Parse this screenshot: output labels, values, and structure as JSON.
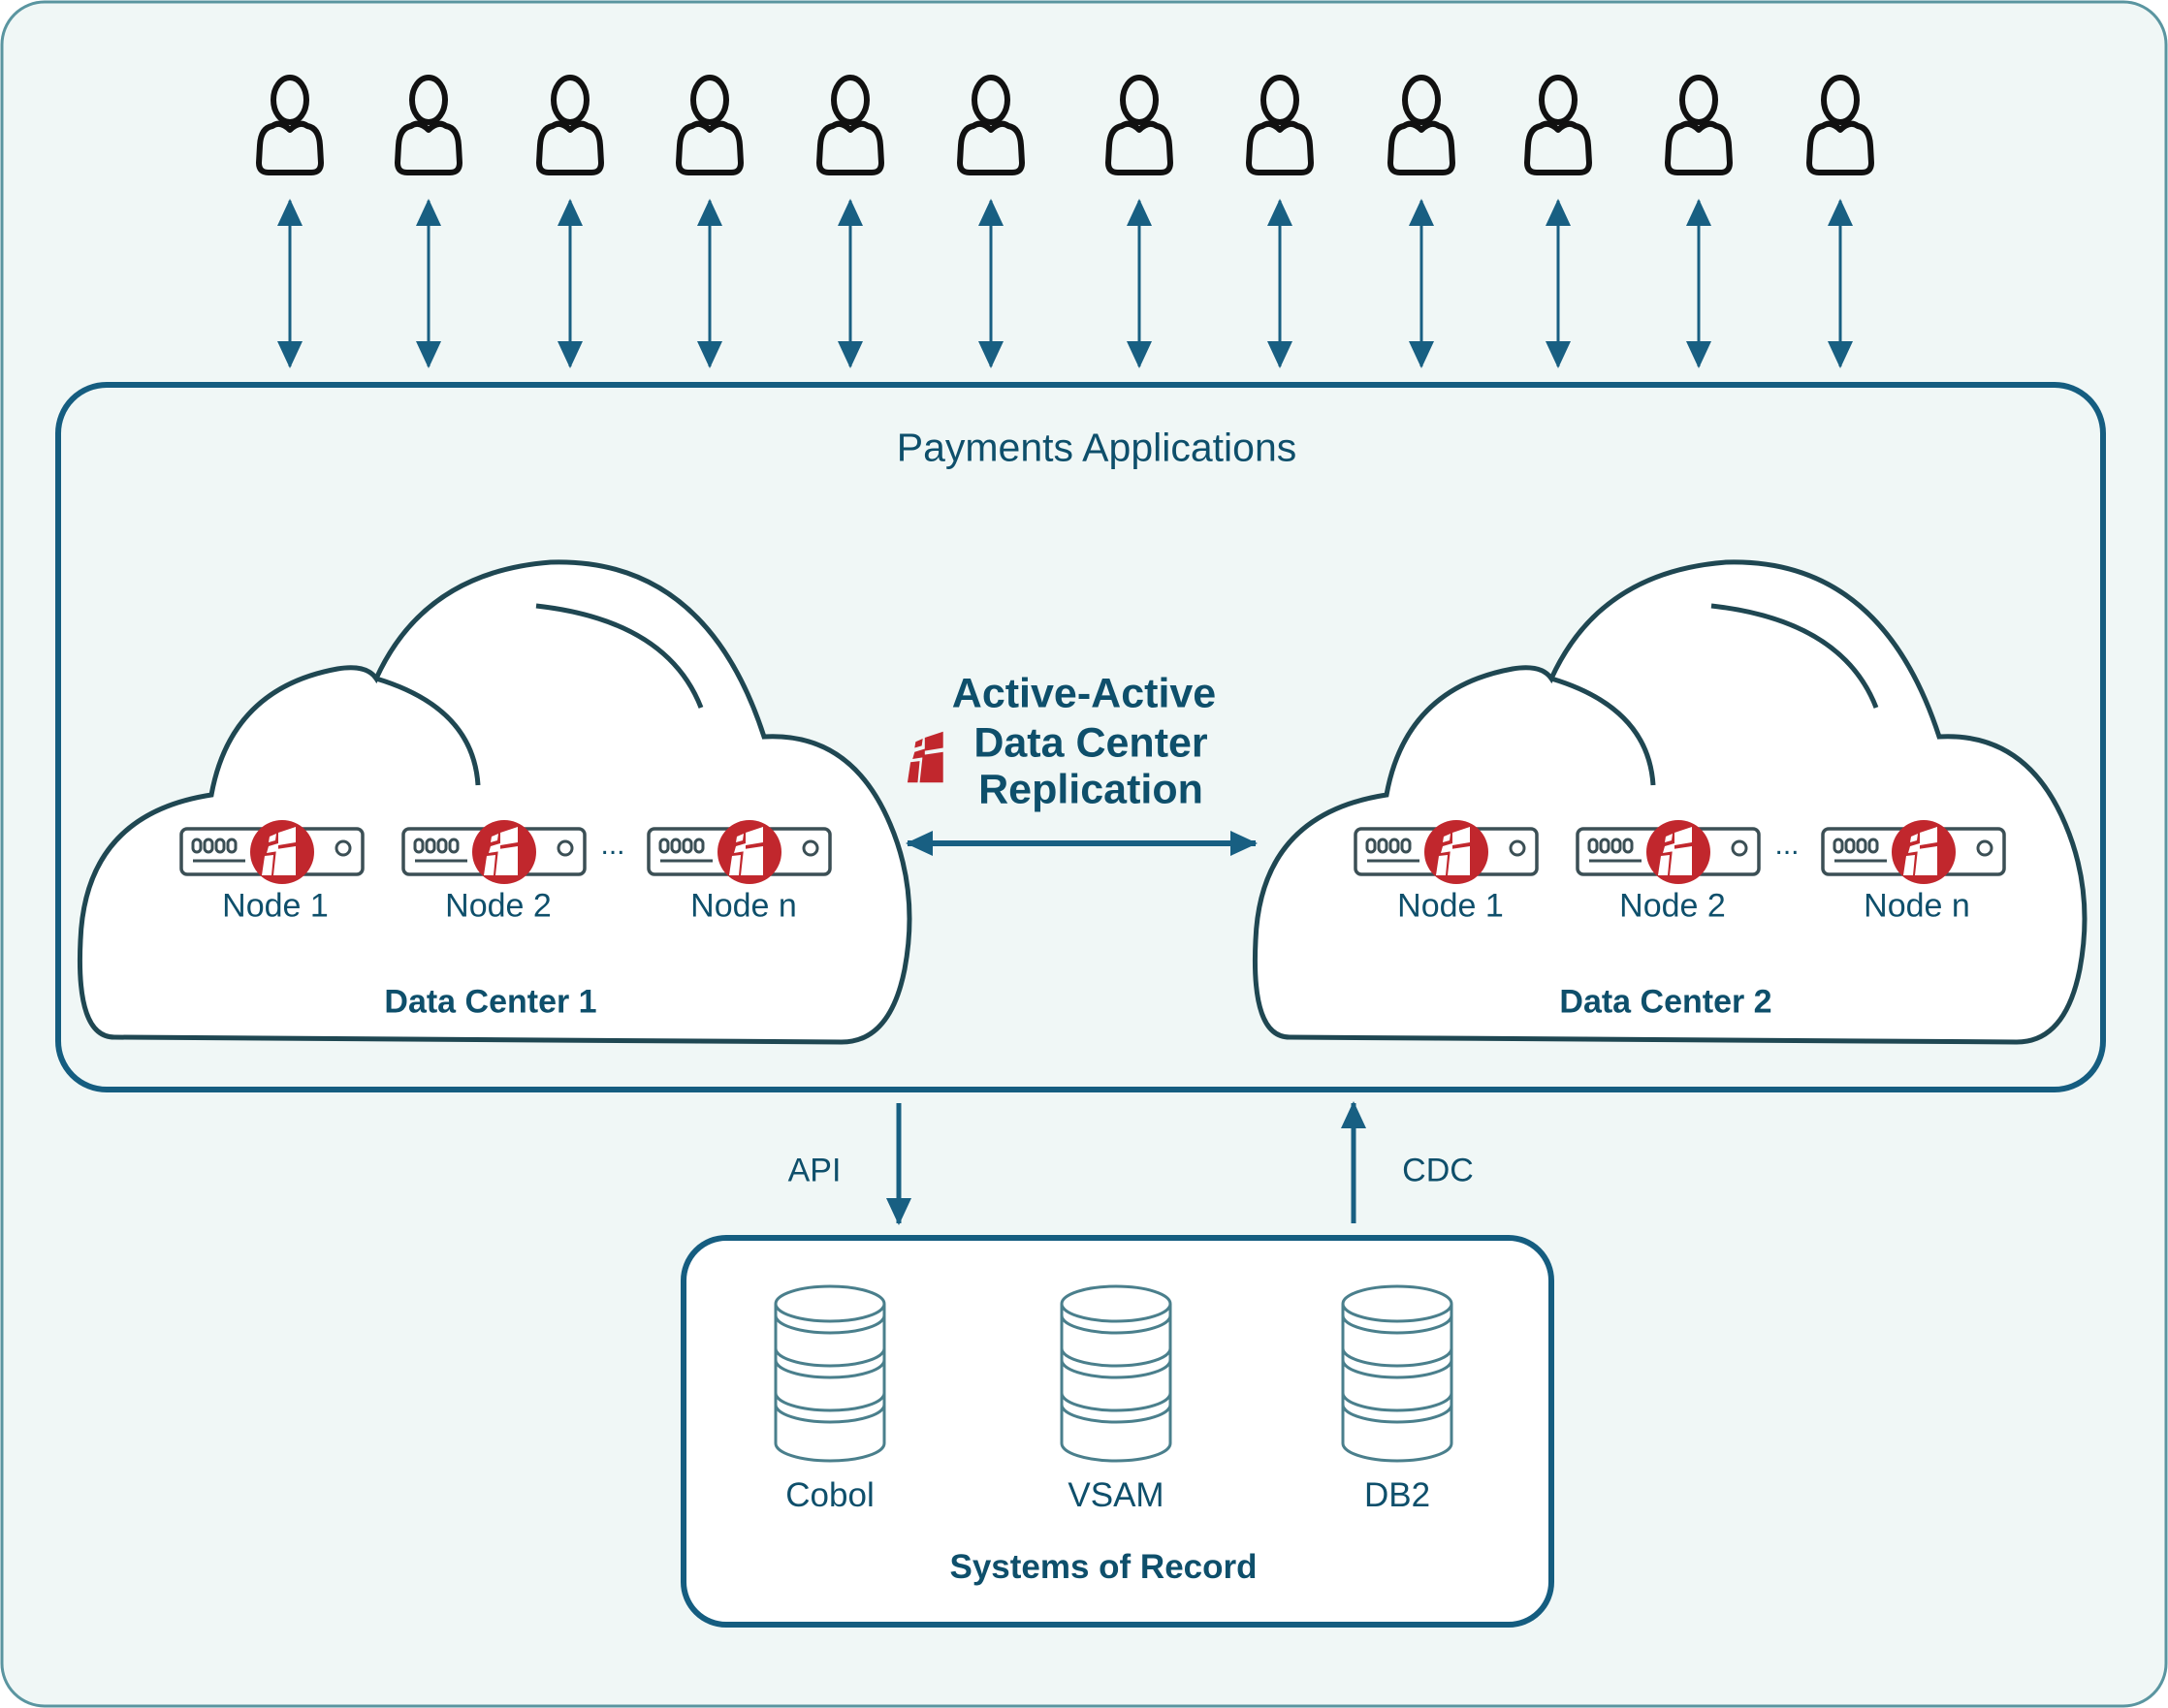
{
  "diagram": {
    "users": {
      "count": 12,
      "icon": "user-icon",
      "connection": "bidirectional"
    },
    "payments_box": {
      "title": "Payments Applications"
    },
    "data_centers": [
      {
        "label": "Data Center 1",
        "nodes": [
          "Node 1",
          "Node 2",
          "Node n"
        ],
        "ellipsis": "..."
      },
      {
        "label": "Data Center 2",
        "nodes": [
          "Node 1",
          "Node 2",
          "Node n"
        ],
        "ellipsis": "..."
      }
    ],
    "replication": {
      "lines": [
        "Active-Active",
        "Data Center",
        "Replication"
      ],
      "icon": "replication-logo-icon",
      "connection": "bidirectional"
    },
    "flows": {
      "api": {
        "label": "API",
        "direction": "down"
      },
      "cdc": {
        "label": "CDC",
        "direction": "up"
      }
    },
    "systems_of_record": {
      "title": "Systems of Record",
      "databases": [
        "Cobol",
        "VSAM",
        "DB2"
      ]
    }
  },
  "colors": {
    "background": "#f0f7f6",
    "outer_border": "#5a95a0",
    "box_border": "#155d80",
    "arrow": "#185f82",
    "text": "#0e4f6b",
    "cloud_stroke": "#1f4752",
    "cloud_fill": "#ffffff",
    "brand_red": "#c1272d",
    "server_stroke": "#3b4f55",
    "db_stroke": "#4a7f8c"
  }
}
